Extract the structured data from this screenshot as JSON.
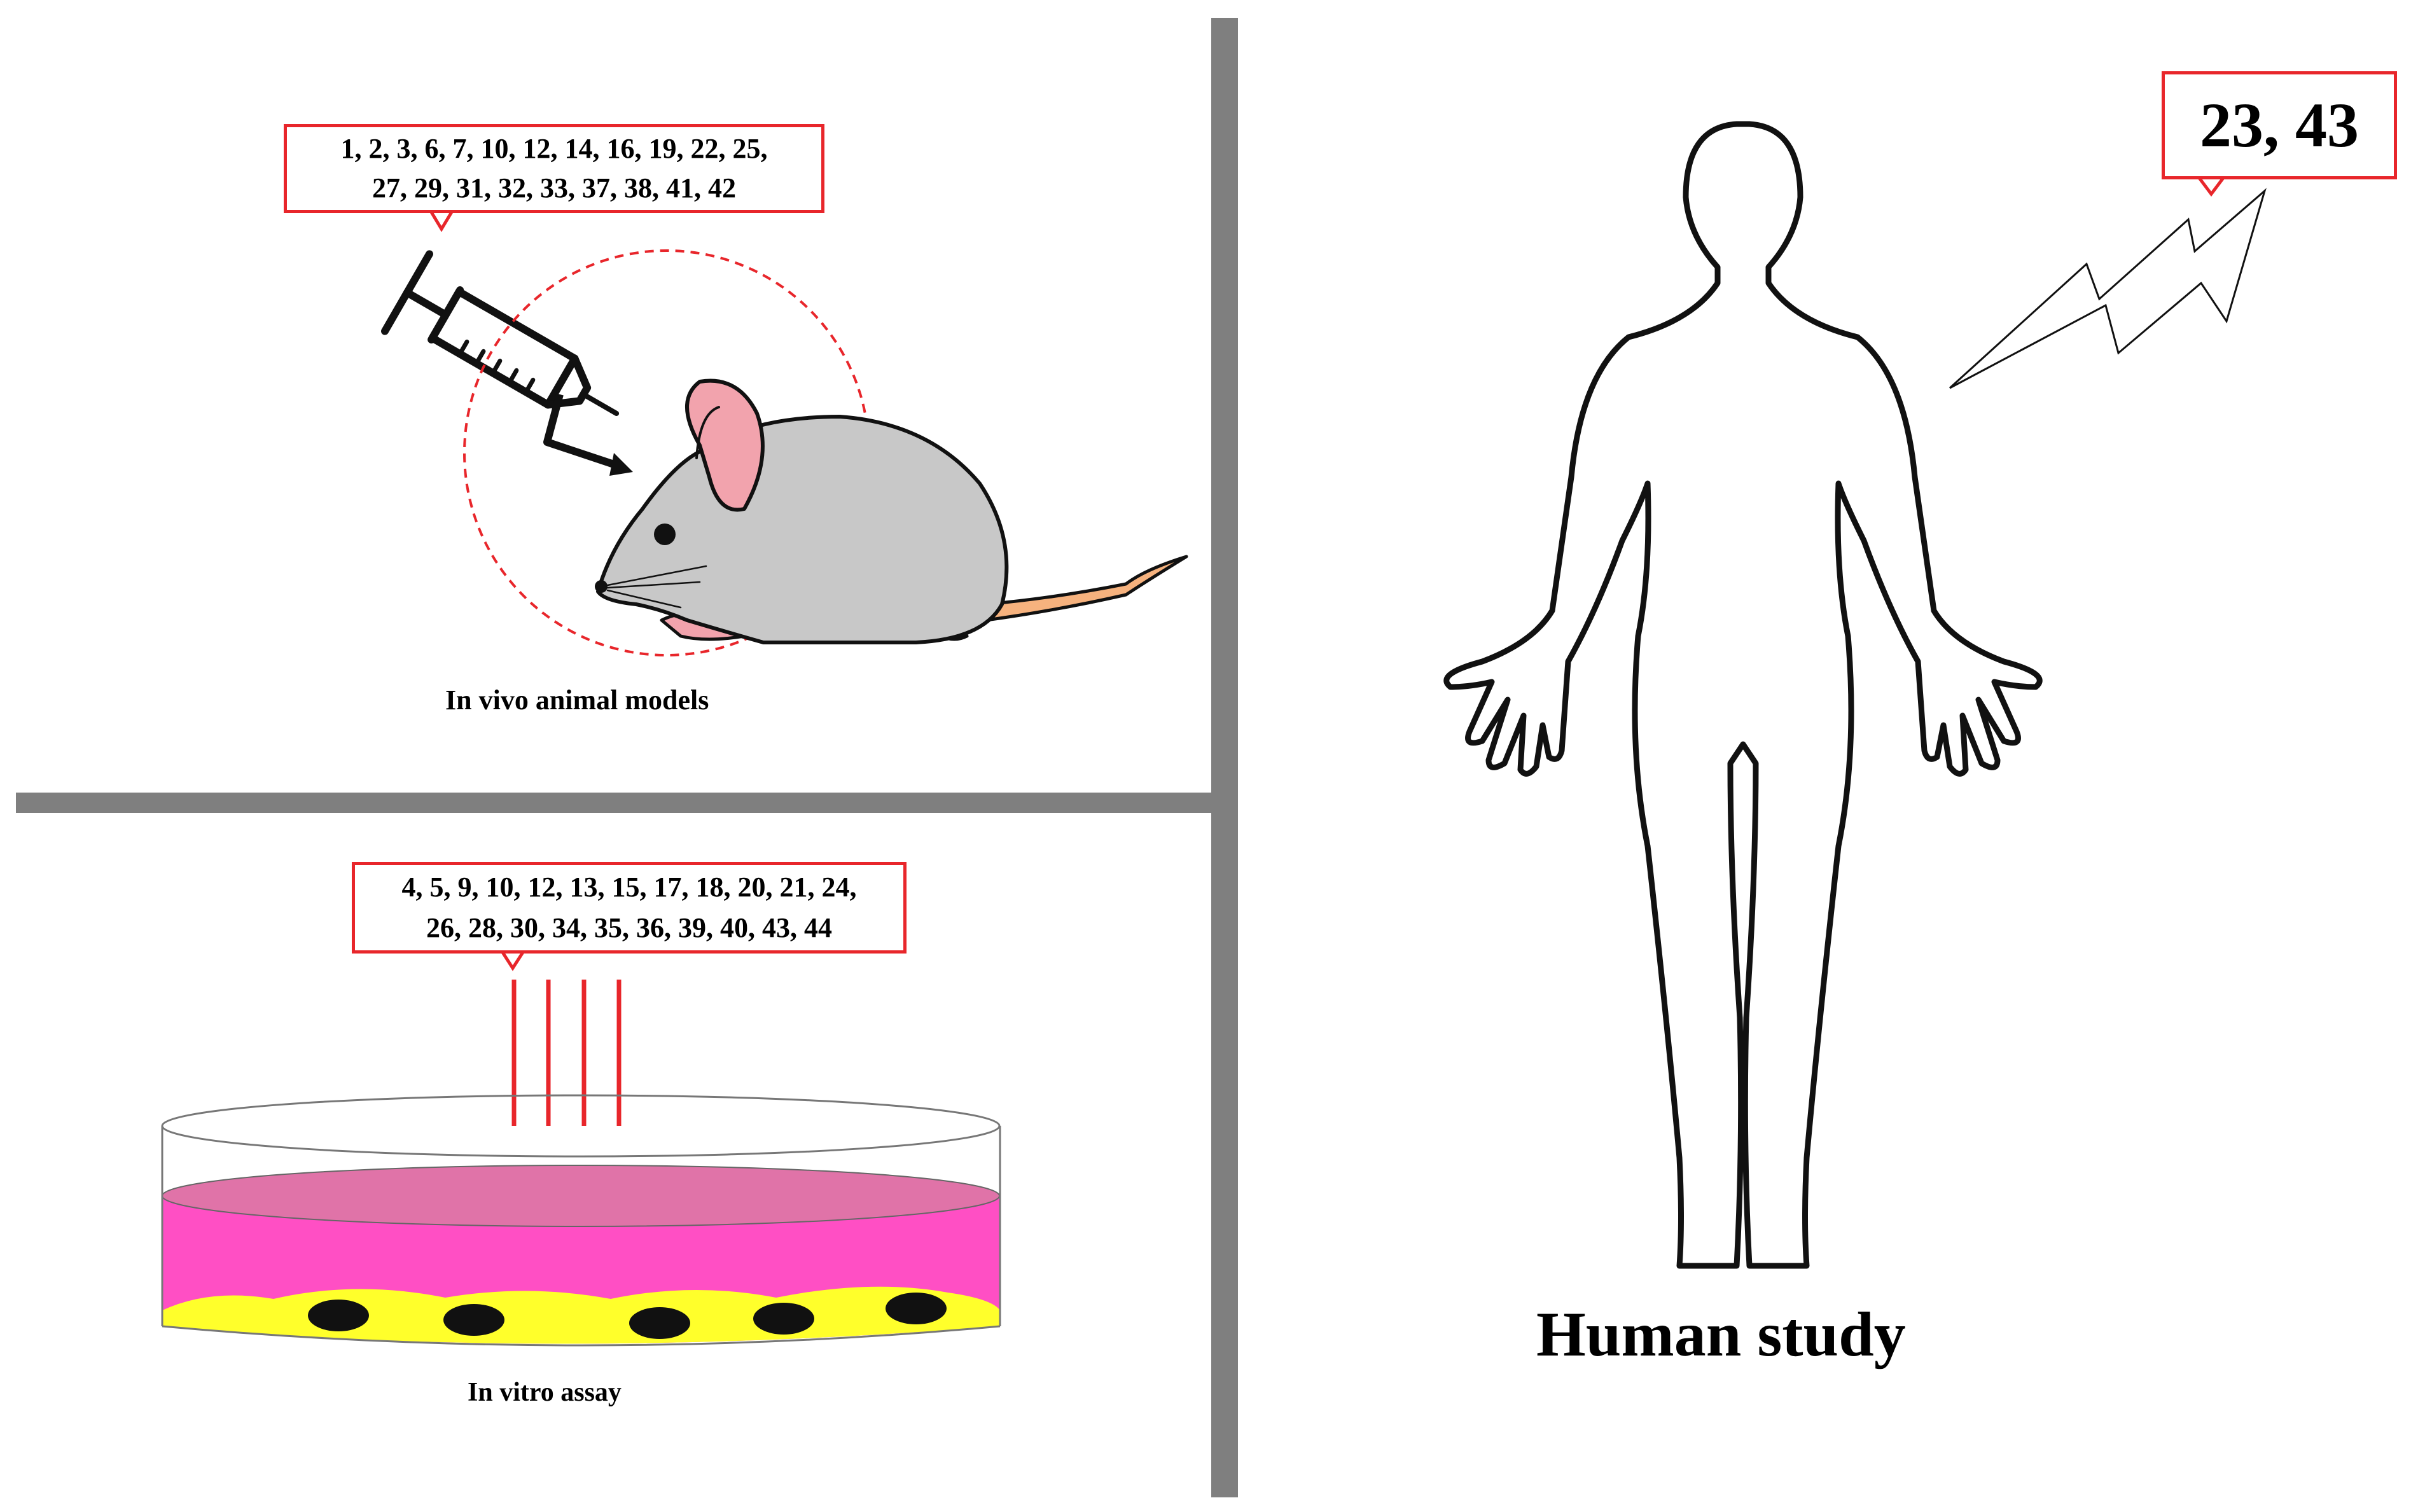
{
  "panels": {
    "in_vivo": {
      "caption": "In vivo animal models",
      "refs_line1": "1, 2, 3, 6, 7, 10, 12, 14, 16, 19, 22, 25,",
      "refs_line2": "27, 29, 31, 32, 33, 37, 38, 41, 42",
      "icons": [
        "syringe-icon",
        "mouse-icon"
      ]
    },
    "in_vitro": {
      "caption": "In vitro assay",
      "refs_line1": "4, 5, 9, 10, 12, 13, 15, 17, 18, 20, 21, 24,",
      "refs_line2": "26, 28, 30, 34, 35, 36, 39, 40, 43, 44",
      "icons": [
        "petri-dish-icon"
      ]
    },
    "human": {
      "caption": "Human study",
      "refs": "23, 43",
      "icons": [
        "human-silhouette-icon",
        "lightning-bolt-icon"
      ]
    }
  },
  "colors": {
    "divider": "#7f7f7f",
    "callout_border": "#e8262b",
    "arrow": "#e8262b",
    "medium": "#ff4fc4",
    "medium_top": "#e073a8",
    "cell_layer": "#ffff2b",
    "mouse_body": "#c8c8c8",
    "mouse_ear": "#f2a3ad",
    "mouse_tail": "#f6b27e"
  }
}
